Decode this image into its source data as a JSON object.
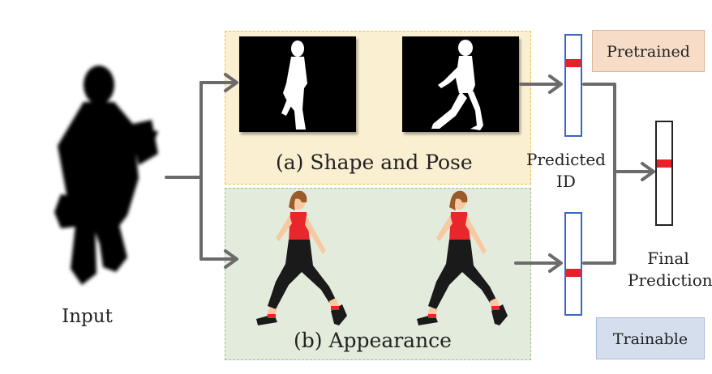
{
  "labels": {
    "input": "Input",
    "shape_pose": "(a) Shape and Pose",
    "appearance": "(b) Appearance",
    "predicted_id_line1": "Predicted",
    "predicted_id_line2": "ID",
    "final_line1": "Final",
    "final_line2": "Prediction",
    "pretrained": "Pretrained",
    "trainable": "Trainable"
  },
  "colors": {
    "arrow": "#6b6b6b",
    "shape_panel_bg": "#fbefd2",
    "appearance_panel_bg": "#e3ecdc",
    "pretrained_bg": "#f7dcc8",
    "trainable_bg": "#d4deed",
    "id_marker": "#e8202a",
    "shirt": "#e8262b",
    "pants": "#1a1a1a",
    "skin": "#f6c9a3",
    "hair": "#9a5a2a"
  },
  "icons": {
    "input": "businessman-silhouette-icon",
    "shape_frame": "binary-silhouette-mask",
    "appearance_frame": "walking-woman-figure"
  }
}
